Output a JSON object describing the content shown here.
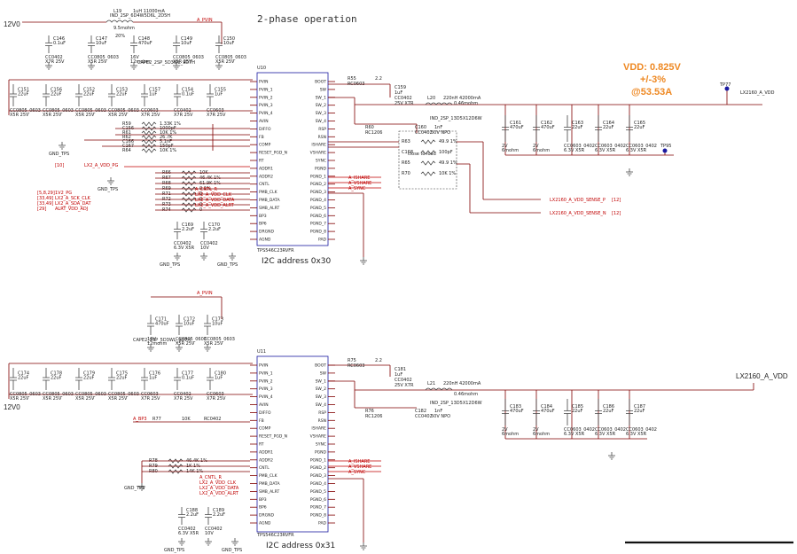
{
  "header": {
    "rail_12v": "12V0",
    "phase_title": "2-phase operation"
  },
  "vdd_spec": {
    "line1": "VDD:  0.825V",
    "line2": "+/-3%",
    "line3": "@53.53A"
  },
  "upper": {
    "ic_ref": "U10",
    "ic_part": "TPS546C23RVFR",
    "i2c_address": "I2C address 0x30",
    "net_pvin": "A_PVIN",
    "inductor_top": {
      "ref": "L19",
      "part": "IND_2SP_6D4W5D6L_2D5H",
      "rating": "1uH   11000mA",
      "dcr": "9.5mohm",
      "tol": "20%"
    },
    "inductor_out": {
      "ref": "L20",
      "part": "IND_2SP_13D5X12D6W",
      "value": "220nH 42000mA",
      "dcr": "0.46mohm"
    },
    "tp_ref": "TP77",
    "tp_net": "LX2160_A_VDD",
    "tp2_ref": "TP95",
    "close_to_load": "close to load",
    "sense_p": "LX2160_A_VDD_SENSE_P",
    "sense_n": "LX2160_A_VDD_SENSE_N",
    "sense_page": "[12]",
    "pgd_net": "LX2_A_VDD_PG",
    "pgd_page": "[10]",
    "pmb_nets": [
      "A_CNTL_R",
      "LX2_A_VDD_CLK",
      "LX2_A_VDD_DATA",
      "LX2_A_VDD_ALRT"
    ],
    "pmb_pages": [
      "[5,8,29]",
      "[33,49]",
      "[33,49]",
      "[29]"
    ],
    "pmb_sources": [
      "1V2_PG",
      "LX2_A_SCK_CLK",
      "LX2_A_SDA_DAT",
      "ALRT_VDD_ADJ"
    ],
    "ishare": "A_ISHARE",
    "vshare": "A_VSHARE",
    "sync": "A_SYNC",
    "gnd_tps": "GND_TPS",
    "cap_big": "CAPE2_2SP_5D3WL_9D7H",
    "left_pins": [
      "PVIN",
      "PVIN_1",
      "PVIN_2",
      "PVIN_3",
      "PVIN_4",
      "AVIN",
      "DIFFO",
      "FB",
      "COMP",
      "RESET_PGD_N",
      "RT",
      "ADDR1",
      "ADDR2",
      "CNTL",
      "PMB_CLK",
      "PMB_DATA",
      "SMB_ALRT",
      "BP3",
      "BP6",
      "DRGND",
      "AGND"
    ],
    "right_pins": [
      "BOOT",
      "SW",
      "SW_1",
      "SW_2",
      "SW_3",
      "SW_4",
      "RSP",
      "RSN",
      "ISHARE",
      "VSHARE",
      "SYNC",
      "PGND",
      "PGND_1",
      "PGND_2",
      "PGND_3",
      "PGND_4",
      "PGND_5",
      "PGND_6",
      "PGND_7",
      "PGND_8",
      "PAD"
    ],
    "caps_row1": [
      {
        "ref": "C146",
        "val": "0.1uF",
        "pkg": "CC0402",
        "v": "X7R 25V"
      },
      {
        "ref": "C147",
        "val": "10uF",
        "pkg": "CC0805_0603",
        "v": "X5R 25V"
      },
      {
        "ref": "C148",
        "val": "470uF",
        "pkg": "16V",
        "v": "12mohm"
      },
      {
        "ref": "C149",
        "val": "10uF",
        "pkg": "CC0805_0603",
        "v": "X5R 25V"
      },
      {
        "ref": "C150",
        "val": "10uF",
        "pkg": "CC0805_0603",
        "v": "X5R 25V"
      }
    ],
    "caps_row2": [
      {
        "ref": "C151",
        "val": "22uF",
        "pkg": "CC0805_0603",
        "v": "X5R 25V"
      },
      {
        "ref": "C156",
        "val": "22uF",
        "pkg": "CC0805_0603",
        "v": "X5R 25V"
      },
      {
        "ref": "C152",
        "val": "22uF",
        "pkg": "CC0805_0603",
        "v": "X5R 25V"
      },
      {
        "ref": "C153",
        "val": "22uF",
        "pkg": "CC0805_0603",
        "v": "X5R 25V"
      },
      {
        "ref": "C157",
        "val": "1uF",
        "pkg": "CC0603",
        "v": "X7R 25V"
      },
      {
        "ref": "C154",
        "val": "0.1uF",
        "pkg": "CC0402",
        "v": "X7R 25V"
      },
      {
        "ref": "C155",
        "val": "1uF",
        "pkg": "CC0603",
        "v": "X7R 25V"
      }
    ],
    "caps_out": [
      {
        "ref": "C161",
        "val": "470uF",
        "pkg": "2V",
        "v": "6mohm"
      },
      {
        "ref": "C162",
        "val": "470uF",
        "pkg": "2V",
        "v": "6mohm"
      },
      {
        "ref": "C163",
        "val": "22uF",
        "pkg": "CC0603_0402",
        "v": "6.3V X5R"
      },
      {
        "ref": "C164",
        "val": "22uF",
        "pkg": "CC0603_0402",
        "v": "6.3V X5R"
      },
      {
        "ref": "C165",
        "val": "22uF",
        "pkg": "CC0603_0402",
        "v": "6.3V X5R"
      }
    ],
    "caps_bp": [
      {
        "ref": "C169",
        "val": "2.2uF",
        "pkg": "CC0402",
        "v": "6.3V X5R"
      },
      {
        "ref": "C170",
        "val": "2.2uF",
        "pkg": "CC0402",
        "v": "10V"
      }
    ],
    "boot": {
      "ref": "R55",
      "val": "2.2",
      "pkg": "RC0603",
      "cref": "C159",
      "cval": "1uF",
      "cpkg": "CC0402",
      "cv": "25V X7R"
    },
    "snub": {
      "ref": "R60",
      "val": "RC1206",
      "cref": "C160",
      "cval": "1nF",
      "cpkg": "CC0402",
      "cv": "50V NPO"
    },
    "comp_parts": [
      {
        "ref": "R59",
        "val": "1.33K 1%"
      },
      {
        "ref": "C156",
        "val": "1000pF"
      },
      {
        "ref": "R61",
        "val": "10K 1%"
      },
      {
        "ref": "R62",
        "val": "26.7K"
      },
      {
        "ref": "C166",
        "val": "5.1nF"
      },
      {
        "ref": "C167",
        "val": "150pF"
      },
      {
        "ref": "R64",
        "val": "10K 1%"
      }
    ],
    "rsp_parts": [
      {
        "ref": "R63",
        "val": "49.9 1%"
      },
      {
        "ref": "C168",
        "val": "100pF"
      },
      {
        "ref": "R65",
        "val": "49.9 1%"
      },
      {
        "ref": "R70",
        "val": "10K 1%"
      }
    ],
    "cfg_res": [
      {
        "ref": "R66",
        "val": "10K"
      },
      {
        "ref": "R67",
        "val": "46.4K 1%"
      },
      {
        "ref": "R68",
        "val": "61.9K 1%"
      },
      {
        "ref": "R69",
        "val": "0 1%"
      },
      {
        "ref": "R71",
        "val": "0"
      },
      {
        "ref": "R72",
        "val": "0"
      },
      {
        "ref": "R73",
        "val": "0"
      },
      {
        "ref": "R74",
        "val": "0"
      }
    ]
  },
  "lower": {
    "ic_ref": "U11",
    "ic_part": "TPS546C23RVFR",
    "i2c_address": "I2C address 0x31",
    "net_pvin": "A_PVIN",
    "net_out": "LX2160_A_VDD",
    "net_bp3": "A_BP3",
    "inductor_out": {
      "ref": "L21",
      "part": "IND_2SP_13D5X12D6W",
      "value": "220nH 42000mA",
      "dcr": "0.46mohm"
    },
    "cap_big": "CAPE2_2SP_5D3WL_9D7H",
    "pmb_nets": [
      "A_CNTL_R",
      "LX2_A_VDD_CLK",
      "LX2_A_VDD_DATA",
      "LX2_A_VDD_ALRT"
    ],
    "ishare": "A_ISHARE",
    "vshare": "A_VSHARE",
    "sync": "A_SYNC",
    "gnd_tps": "GND_TPS",
    "caps_top": [
      {
        "ref": "C171",
        "val": "470uF",
        "pkg": "16V",
        "v": "12mohm"
      },
      {
        "ref": "C172",
        "val": "10uF",
        "pkg": "CC0805_0603",
        "v": "X5R 25V"
      },
      {
        "ref": "C173",
        "val": "10uF",
        "pkg": "CC0805_0603",
        "v": "X5R 25V"
      }
    ],
    "caps_row2": [
      {
        "ref": "C174",
        "val": "22uF",
        "pkg": "CC0805_0603",
        "v": "X5R 25V"
      },
      {
        "ref": "C178",
        "val": "22uF",
        "pkg": "CC0805_0603",
        "v": "X5R 25V"
      },
      {
        "ref": "C179",
        "val": "22uF",
        "pkg": "CC0805_0603",
        "v": "X5R 25V"
      },
      {
        "ref": "C175",
        "val": "22uF",
        "pkg": "CC0805_0603",
        "v": "X5R 25V"
      },
      {
        "ref": "C176",
        "val": "1uF",
        "pkg": "CC0603",
        "v": "X7R 25V"
      },
      {
        "ref": "C177",
        "val": "0.1uF",
        "pkg": "CC0402",
        "v": "X7R 25V"
      },
      {
        "ref": "C180",
        "val": "1uF",
        "pkg": "CC0603",
        "v": "X7R 25V"
      }
    ],
    "caps_out": [
      {
        "ref": "C183",
        "val": "470uF",
        "pkg": "2V",
        "v": "6mohm"
      },
      {
        "ref": "C184",
        "val": "470uF",
        "pkg": "2V",
        "v": "6mohm"
      },
      {
        "ref": "C185",
        "val": "22uF",
        "pkg": "CC0603_0402",
        "v": "6.3V X5R"
      },
      {
        "ref": "C186",
        "val": "22uF",
        "pkg": "CC0603_0402",
        "v": "6.3V X5R"
      },
      {
        "ref": "C187",
        "val": "22uF",
        "pkg": "CC0603_0402",
        "v": "6.3V X5R"
      }
    ],
    "caps_bp": [
      {
        "ref": "C188",
        "val": "2.2uF",
        "pkg": "CC0402",
        "v": "6.3V X5R"
      },
      {
        "ref": "C189",
        "val": "2.2uF",
        "pkg": "CC0402",
        "v": "10V"
      }
    ],
    "boot": {
      "ref": "R75",
      "val": "2.2",
      "pkg": "RC0603",
      "cref": "C181",
      "cval": "1uF",
      "cpkg": "CC0402",
      "cv": "25V X7R"
    },
    "snub": {
      "ref": "R76",
      "val": "RC1206",
      "cref": "C182",
      "cval": "1nF",
      "cpkg": "CC0402",
      "cv": "50V NPO"
    },
    "r77": {
      "ref": "R77",
      "val": "10K",
      "pkg": "RC0402"
    },
    "cfg_res": [
      {
        "ref": "R78",
        "val": "46.4K 1%"
      },
      {
        "ref": "R79",
        "val": "1K 1%"
      },
      {
        "ref": "R80",
        "val": "14K 1%"
      }
    ]
  }
}
